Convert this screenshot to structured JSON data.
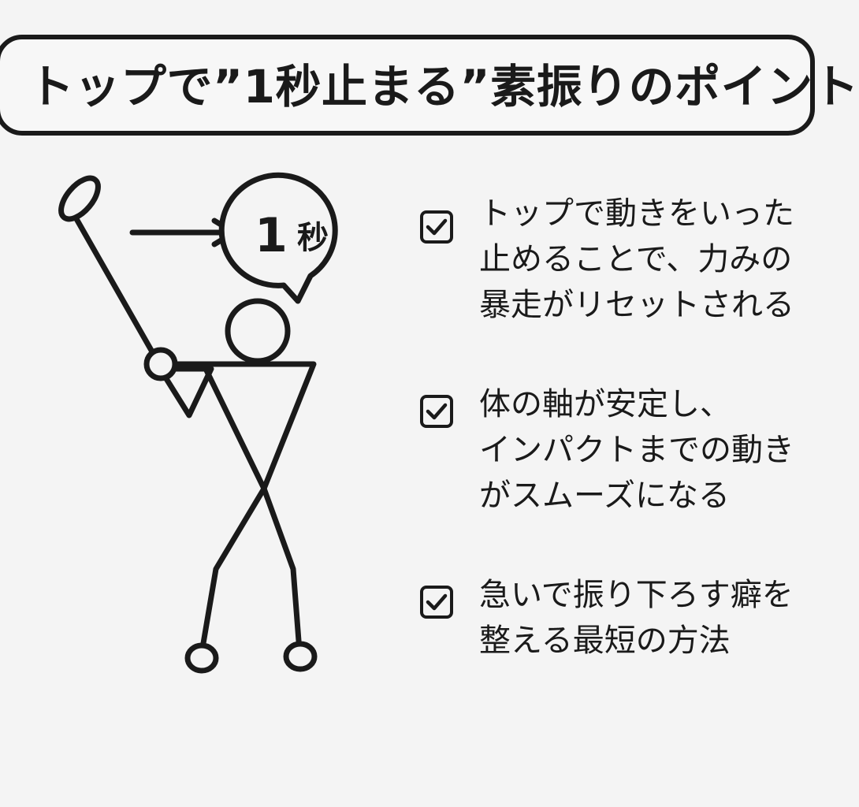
{
  "title": "トップで”1秒止まる”素振りのポイント",
  "bubble": {
    "number": "1",
    "unit": "秒"
  },
  "points": [
    {
      "text": "トップで動きをいった\n止めることで、力みの\n暴走がリセットされる"
    },
    {
      "text": "体の軸が安定し、\nインパクトまでの動き\nがスムーズになる"
    },
    {
      "text": "急いで振り下ろす癖を\n整える最短の方法"
    }
  ],
  "icons": {
    "check": "checkbox-checked-icon",
    "arrow": "arrow-right-icon",
    "figure": "stick-golfer-illustration"
  },
  "colors": {
    "ink": "#1a1a1a",
    "background": "#f4f4f4"
  }
}
